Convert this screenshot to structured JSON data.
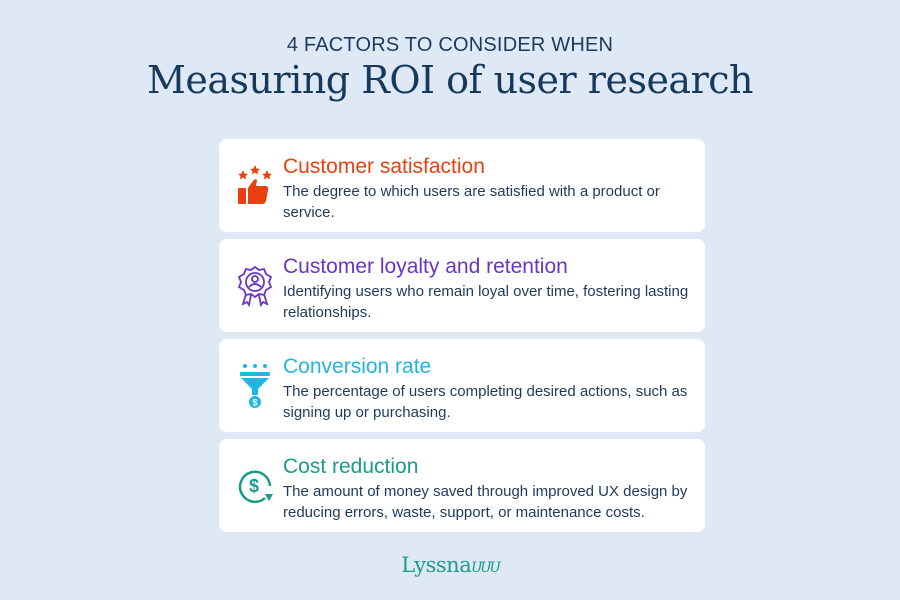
{
  "header": {
    "kicker": "4 FACTORS TO CONSIDER WHEN",
    "title": "Measuring ROI of user research"
  },
  "factors": [
    {
      "icon": "thumbs-up-stars-icon",
      "title": "Customer satisfaction",
      "description": "The degree to which users are satisfied with a product or service.",
      "color": "#e8410f"
    },
    {
      "icon": "award-badge-icon",
      "title": "Customer loyalty and retention",
      "description": "Identifying users who remain loyal over time, fostering lasting relationships.",
      "color": "#6a35c6"
    },
    {
      "icon": "funnel-dollar-icon",
      "title": "Conversion rate",
      "description": "The percentage of users completing desired actions, such as signing up or purchasing.",
      "color": "#1fb6e0"
    },
    {
      "icon": "dollar-cycle-icon",
      "title": "Cost reduction",
      "description": "The amount of money saved through improved UX design by reducing errors, waste, support, or maintenance costs.",
      "color": "#1a9b8b"
    }
  ],
  "footer": {
    "logo": "Lyssna",
    "logo_swirl": "ՍՍՍ"
  }
}
